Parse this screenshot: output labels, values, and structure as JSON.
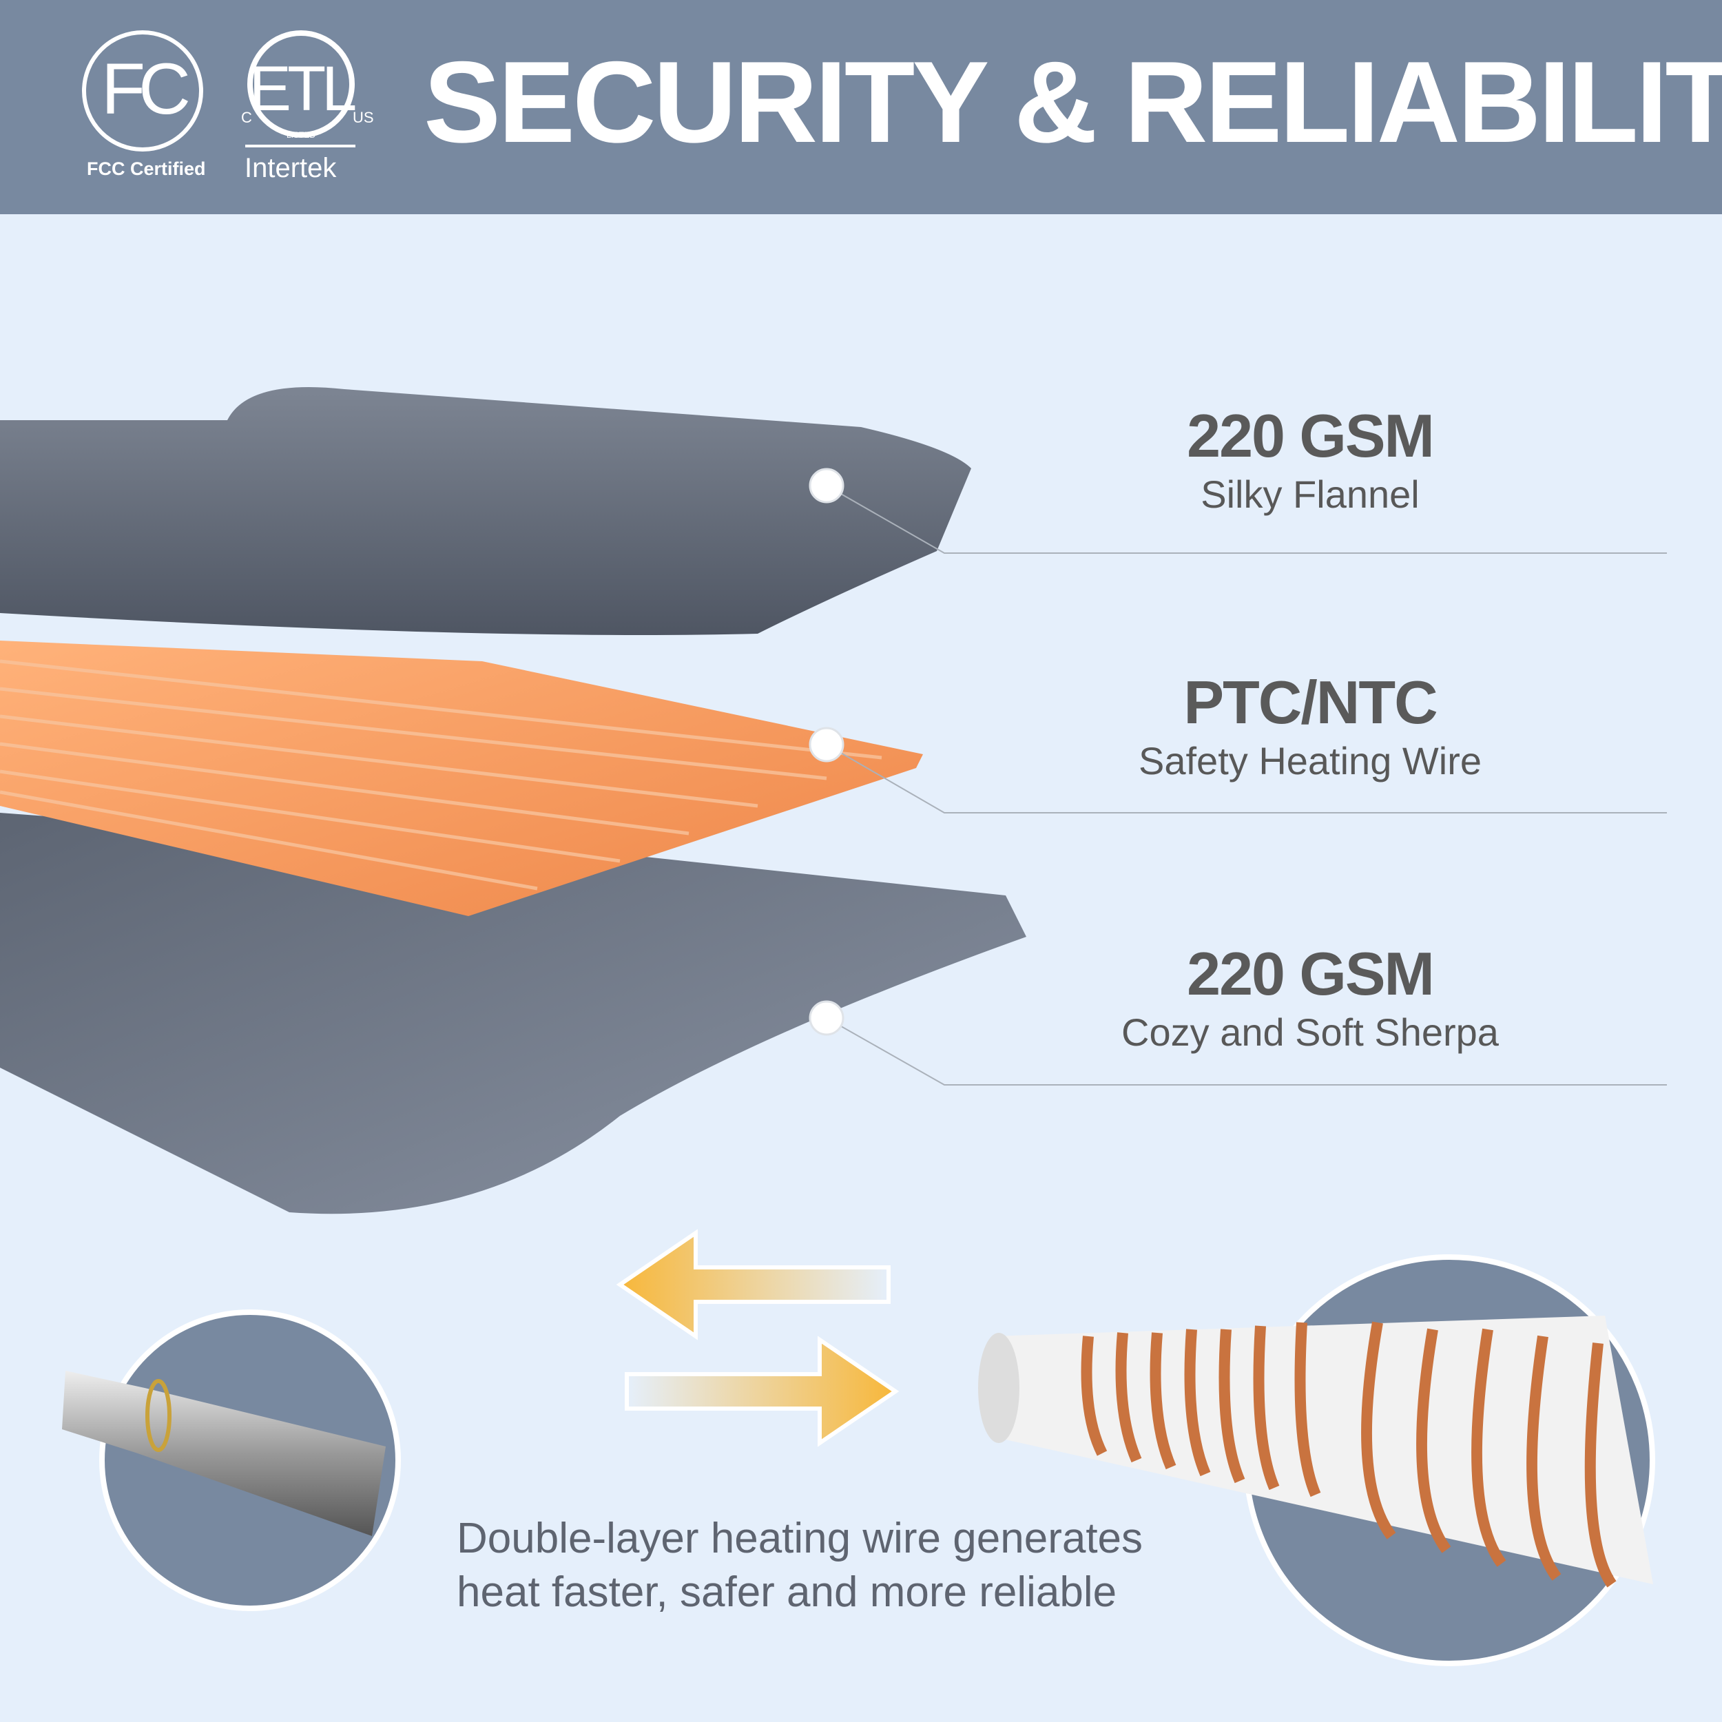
{
  "header": {
    "title": "SECURITY & RELIABILITY",
    "fcc_logo": {
      "caption": "FCC Certified",
      "mark": "FC"
    },
    "etl_logo": {
      "mark": "ETL",
      "left": "C",
      "right": "US",
      "arc": "LISTED",
      "caption": "Intertek"
    }
  },
  "layers": [
    {
      "value": "220 GSM",
      "label": "Silky Flannel"
    },
    {
      "value": "PTC/NTC",
      "label": "Safety Heating Wire"
    },
    {
      "value": "220 GSM",
      "label": "Cozy and Soft Sherpa"
    }
  ],
  "description": {
    "line1": "Double-layer heating wire generates",
    "line2": "heat faster, safer and more reliable"
  },
  "colors": {
    "header": "#7889a0",
    "background": "#e5effb",
    "arrow": "#f7b73a",
    "copper": "#c9733f",
    "heating_panel": "#f59a5c"
  }
}
